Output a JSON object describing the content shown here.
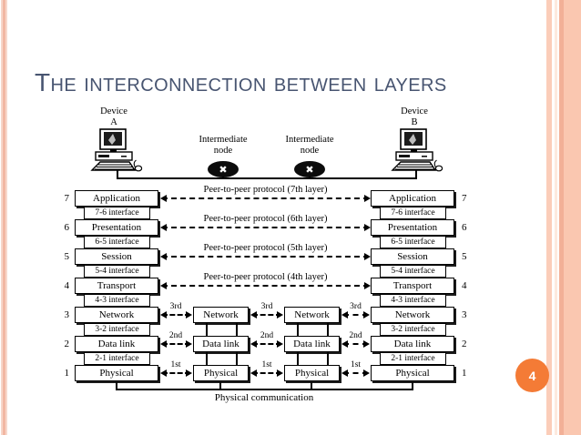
{
  "slide": {
    "title": "The interconnection between layers",
    "page_number": "4"
  },
  "colors": {
    "title_text": "#485571",
    "page_badge": "#f47b36",
    "border_accent": "#f2b097"
  },
  "icons": {
    "router_x": "✖",
    "computer": "computer-icon"
  },
  "diagram": {
    "devices": {
      "a": {
        "label": "Device",
        "id": "A"
      },
      "b": {
        "label": "Device",
        "id": "B"
      }
    },
    "intermediate": {
      "line1": "Intermediate",
      "line2": "node"
    },
    "stack": {
      "layers": [
        {
          "num": "7",
          "name": "Application"
        },
        {
          "num": "6",
          "name": "Presentation"
        },
        {
          "num": "5",
          "name": "Session"
        },
        {
          "num": "4",
          "name": "Transport"
        },
        {
          "num": "3",
          "name": "Network"
        },
        {
          "num": "2",
          "name": "Data link"
        },
        {
          "num": "1",
          "name": "Physical"
        }
      ],
      "interfaces": [
        "7-6 interface",
        "6-5 interface",
        "5-4 interface",
        "4-3 interface",
        "3-2 interface",
        "2-1 interface"
      ]
    },
    "node_layers": [
      "Network",
      "Data link",
      "Physical"
    ],
    "peer_protocols": [
      "Peer-to-peer protocol (7th layer)",
      "Peer-to-peer protocol (6th layer)",
      "Peer-to-peer protocol (5th layer)",
      "Peer-to-peer protocol (4th layer)"
    ],
    "hops": [
      "3rd",
      "2nd",
      "1st"
    ],
    "bottom_label": "Physical communication"
  }
}
